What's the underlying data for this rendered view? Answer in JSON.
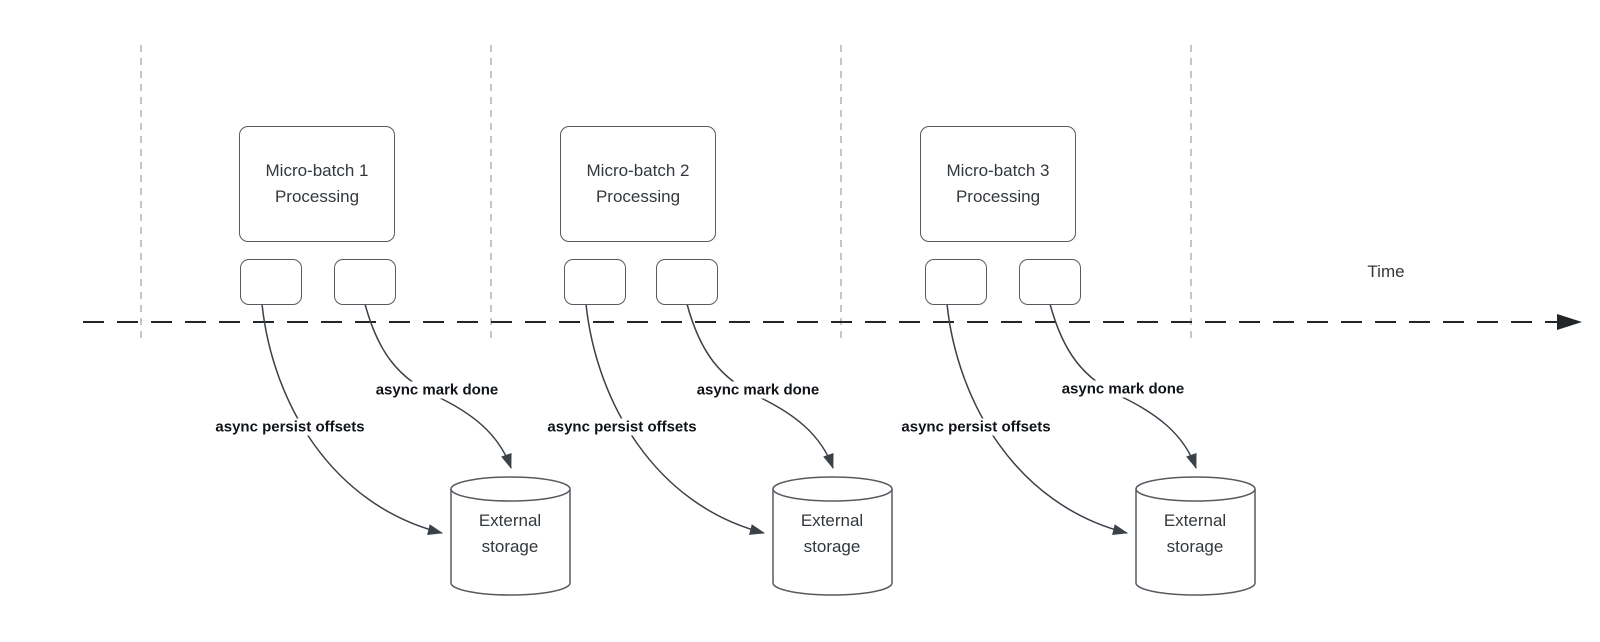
{
  "diagram": {
    "time_label": "Time",
    "groups": [
      {
        "box_title": "Micro-batch 1\nProcessing",
        "persist_label": "async persist offsets",
        "done_label": "async mark done",
        "storage_label": "External\nstorage"
      },
      {
        "box_title": "Micro-batch 2\nProcessing",
        "persist_label": "async persist offsets",
        "done_label": "async mark done",
        "storage_label": "External\nstorage"
      },
      {
        "box_title": "Micro-batch 3\nProcessing",
        "persist_label": "async persist offsets",
        "done_label": "async mark done",
        "storage_label": "External\nstorage"
      }
    ],
    "colors": {
      "arrow_stroke": "#3a4149",
      "shape_stroke": "#565b61",
      "guide_stroke": "#b0b3b6",
      "timeline_stroke": "#222629",
      "label_text": "#101418",
      "shape_text": "#33383d"
    }
  }
}
